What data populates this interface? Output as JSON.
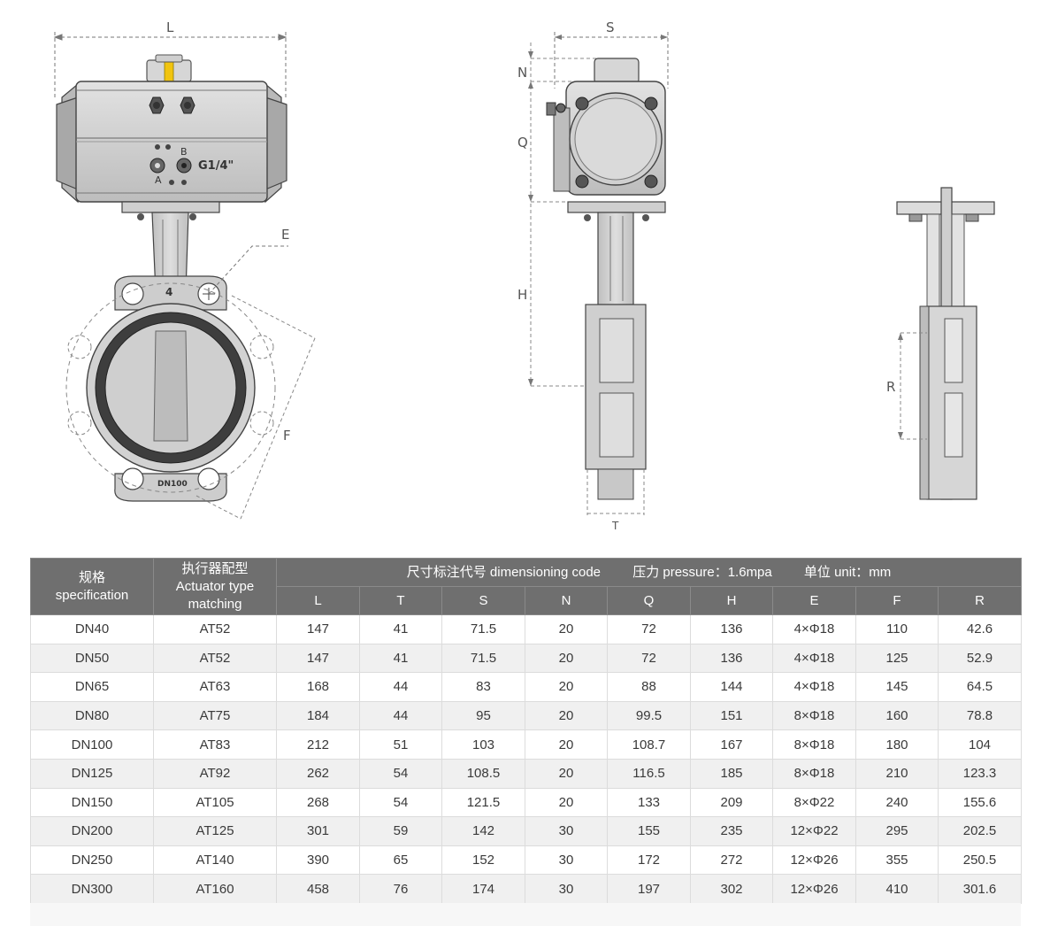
{
  "drawing": {
    "front_labels": {
      "L": "L",
      "E": "E",
      "F": "F"
    },
    "actuator_marks": {
      "port_b": "B",
      "port_a": "A",
      "thread": "G1/4\""
    },
    "body_marks": {
      "number": "4",
      "size": "DN100"
    },
    "side_labels": {
      "S": "S",
      "N": "N",
      "Q": "Q",
      "H": "H",
      "T": "T"
    },
    "section_labels": {
      "R": "R"
    }
  },
  "table": {
    "header": {
      "spec_zh": "规格",
      "spec_en": "specification",
      "act_zh": "执行器配型",
      "act_en": "Actuator type matching",
      "dim_code": "尺寸标注代号 dimensioning code",
      "pressure": "压力 pressure：1.6mpa",
      "unit": "单位 unit：mm",
      "columns": [
        "L",
        "T",
        "S",
        "N",
        "Q",
        "H",
        "E",
        "F",
        "R"
      ]
    },
    "rows": [
      [
        "DN40",
        "AT52",
        "147",
        "41",
        "71.5",
        "20",
        "72",
        "136",
        "4×Φ18",
        "110",
        "42.6"
      ],
      [
        "DN50",
        "AT52",
        "147",
        "41",
        "71.5",
        "20",
        "72",
        "136",
        "4×Φ18",
        "125",
        "52.9"
      ],
      [
        "DN65",
        "AT63",
        "168",
        "44",
        "83",
        "20",
        "88",
        "144",
        "4×Φ18",
        "145",
        "64.5"
      ],
      [
        "DN80",
        "AT75",
        "184",
        "44",
        "95",
        "20",
        "99.5",
        "151",
        "8×Φ18",
        "160",
        "78.8"
      ],
      [
        "DN100",
        "AT83",
        "212",
        "51",
        "103",
        "20",
        "108.7",
        "167",
        "8×Φ18",
        "180",
        "104"
      ],
      [
        "DN125",
        "AT92",
        "262",
        "54",
        "108.5",
        "20",
        "116.5",
        "185",
        "8×Φ18",
        "210",
        "123.3"
      ],
      [
        "DN150",
        "AT105",
        "268",
        "54",
        "121.5",
        "20",
        "133",
        "209",
        "8×Φ22",
        "240",
        "155.6"
      ],
      [
        "DN200",
        "AT125",
        "301",
        "59",
        "142",
        "30",
        "155",
        "235",
        "12×Φ22",
        "295",
        "202.5"
      ],
      [
        "DN250",
        "AT140",
        "390",
        "65",
        "152",
        "30",
        "172",
        "272",
        "12×Φ26",
        "355",
        "250.5"
      ],
      [
        "DN300",
        "AT160",
        "458",
        "76",
        "174",
        "30",
        "197",
        "302",
        "12×Φ26",
        "410",
        "301.6"
      ]
    ]
  }
}
